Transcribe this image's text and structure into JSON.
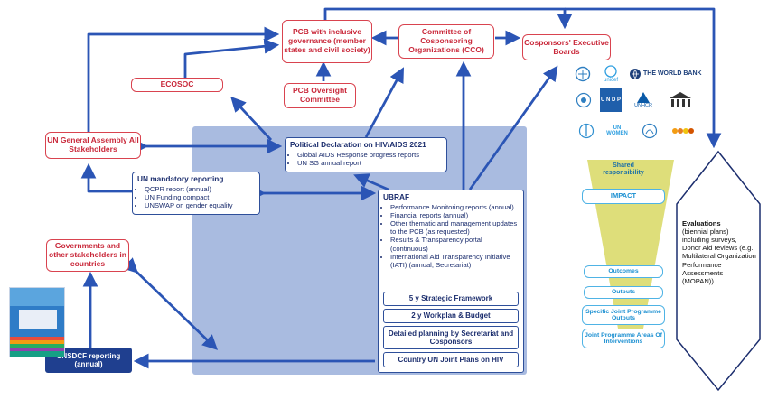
{
  "nodes": {
    "pcb": "PCB with inclusive governance (member states and civil society)",
    "cco": "Committee of Cosponsoring Organizations (CCO)",
    "exec_boards": "Cosponsors' Executive Boards",
    "ecosoc": "ECOSOC",
    "pcb_oversight": "PCB Oversight Committee",
    "unga": "UN General Assembly All Stakeholders",
    "governments": "Governments and other stakeholders in countries",
    "unsdcf": "UNSDCF reporting (annual)"
  },
  "political_declaration": {
    "title": "Political Declaration on HIV/AIDS 2021",
    "items": [
      "Global AIDS Response progress reports",
      "UN SG annual report"
    ]
  },
  "un_mandatory": {
    "title": "UN mandatory reporting",
    "items": [
      "QCPR report (annual)",
      "UN Funding compact",
      "UNSWAP on gender equality"
    ]
  },
  "ubraf": {
    "title": "UBRAF",
    "items": [
      "Performance Monitoring reports (annual)",
      "Financial reports (annual)",
      "Other thematic and management updates to the PCB (as requested)",
      "Results & Transparency portal (continuous)",
      "International Aid Transparency Initiative (IATI) (annual, Secretariat)"
    ]
  },
  "steps": [
    "5 y  Strategic Framework",
    "2 y Workplan & Budget",
    "Detailed planning by Secretariat and Cosponsors",
    "Country UN Joint Plans on HIV"
  ],
  "funnel": {
    "shared": "Shared responsibility",
    "impact": "IMPACT",
    "outcomes": "Outcomes",
    "outputs": "Outputs",
    "joint_outputs": "Specific Joint Programme Outputs",
    "joint_areas": "Joint Programme Areas Of Interventions"
  },
  "evaluations": {
    "title": "Evaluations",
    "text": "(biennial plans) including surveys, Donor Aid reviews (e.g. Multilateral Organization Performance Assessments (MOPAN))"
  },
  "logos": {
    "world_bank": "THE WORLD BANK",
    "unicef": "unicef",
    "undp": "U N D P",
    "unhcr": "UNHCR",
    "un_women": "UN WOMEN",
    "wfp": "World Food Programme",
    "unesco": "UNESCO",
    "ilo": "ILO",
    "unfpa": "UNFPA",
    "who": "WHO",
    "unodc": "UNODC"
  },
  "colors": {
    "red": "#d9434f",
    "navy": "#2e4f9a",
    "arrow": "#2b55b5",
    "panel": "#a9bbe0",
    "funnel": "#dede7a",
    "light_blue": "#4fb3e5"
  }
}
